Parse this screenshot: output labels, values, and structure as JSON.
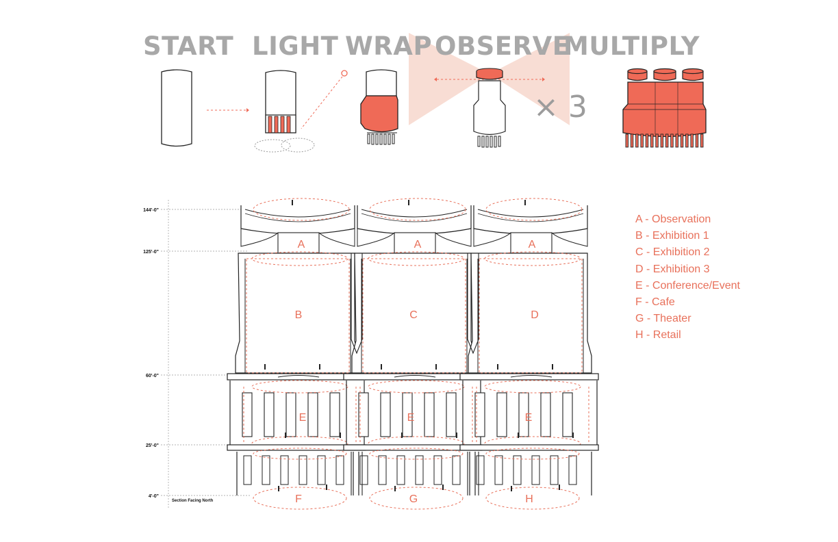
{
  "steps": [
    "START",
    "LIGHT",
    "WRAP",
    "OBSERVE",
    "MULTIPLY"
  ],
  "multiplier": "× 3",
  "levels": [
    "144'-0\"",
    "125'-0\"",
    "60'-0\"",
    "25'-0\"",
    "4'-0\""
  ],
  "section_caption": "Section Facing North",
  "zones": {
    "observation": "A",
    "exhibition_1": "B",
    "exhibition_2": "C",
    "exhibition_3": "D",
    "conference": "E",
    "cafe": "F",
    "theater": "G",
    "retail": "H"
  },
  "legend": [
    "A - Observation",
    "B - Exhibition 1",
    "C - Exhibition 2",
    "D - Exhibition 3",
    "E - Conference/Event",
    "F - Cafe",
    "G - Theater",
    "H - Retail"
  ],
  "colors": {
    "accent": "#ef6a57",
    "accent_light": "#f8ddd4",
    "title_gray": "#a8a8a8",
    "line": "#222222"
  }
}
